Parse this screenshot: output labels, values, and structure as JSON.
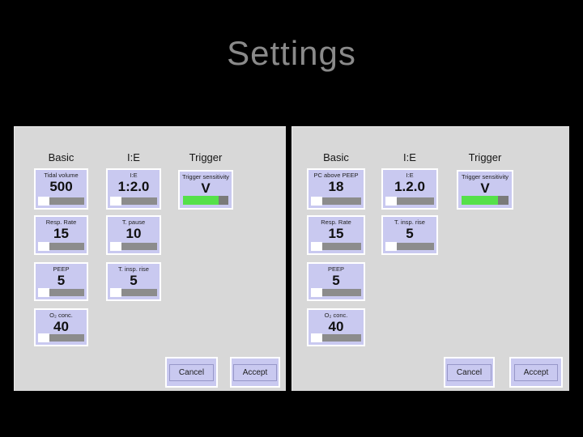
{
  "title": "Settings",
  "colors": {
    "accent_button": "#c9c9f0",
    "trigger_green": "#55e04a",
    "trigger_bar_end": "#7a7a7a",
    "slider_track": "#8c8c8c",
    "panel_bg": "#d8d8d8",
    "title_color": "#8a8a8a"
  },
  "panels": [
    {
      "headers": [
        "Basic",
        "I:E",
        "Trigger"
      ],
      "settings": [
        {
          "label": "Tidal volume",
          "value": "500"
        },
        {
          "label": "I:E",
          "value": "1:2.0"
        },
        {
          "label": "Trigger sensitivity",
          "value": "V"
        },
        {
          "label": "Resp. Rate",
          "value": "15"
        },
        {
          "label": "T. pause",
          "value": "10"
        },
        {
          "label": "PEEP",
          "value": "5"
        },
        {
          "label": "T. insp. rise",
          "value": "5"
        },
        {
          "label": "O₂ conc.",
          "value": "40"
        }
      ],
      "buttons": {
        "cancel": "Cancel",
        "accept": "Accept"
      }
    },
    {
      "headers": [
        "Basic",
        "I:E",
        "Trigger"
      ],
      "settings": [
        {
          "label": "PC above PEEP",
          "value": "18"
        },
        {
          "label": "I:E",
          "value": "1.2.0"
        },
        {
          "label": "Trigger sensitivity",
          "value": "V"
        },
        {
          "label": "Resp. Rate",
          "value": "15"
        },
        {
          "label": "T. insp. rise",
          "value": "5"
        },
        {
          "label": "PEEP",
          "value": "5"
        },
        {
          "label": "O₂ conc.",
          "value": "40"
        }
      ],
      "buttons": {
        "cancel": "Cancel",
        "accept": "Accept"
      }
    }
  ]
}
